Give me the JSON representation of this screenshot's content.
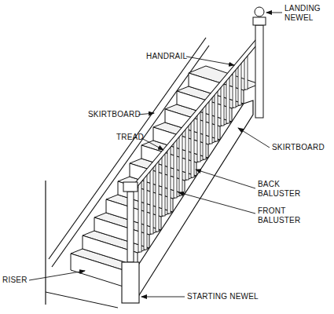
{
  "diagram": {
    "labels": [
      "LANDING NEWEL",
      "HANDRAIL",
      "SKIRTBOARD",
      "TREAD",
      "SKIRTBOARD",
      "BACK BALUSTER",
      "FRONT BALUSTER",
      "RISER",
      "STARTING NEWEL"
    ]
  }
}
